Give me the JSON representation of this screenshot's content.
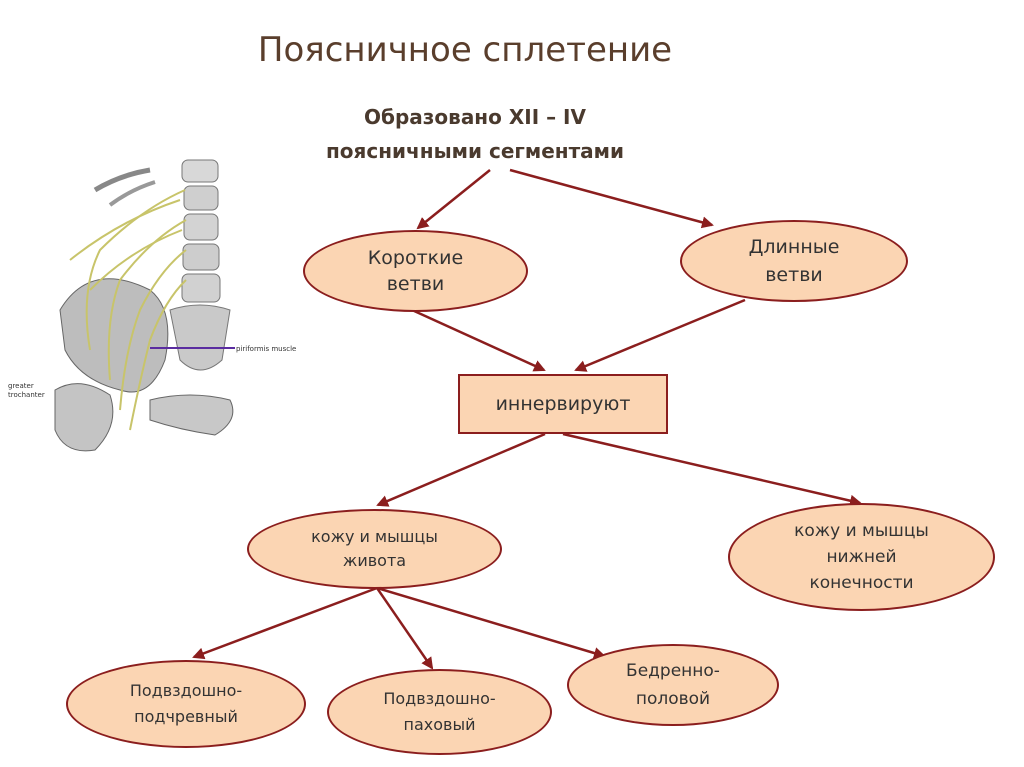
{
  "title": "Поясничное сплетение",
  "subtitle": {
    "line1": "Образовано  XII – IV",
    "line2": "поясничными сегментами"
  },
  "nodes": {
    "short_branches": {
      "line1": "Короткие",
      "line2": "ветви"
    },
    "long_branches": {
      "line1": "Длинные",
      "line2": "ветви"
    },
    "innervate": "иннервируют",
    "abdomen": {
      "line1": "кожу и мышцы",
      "line2": "живота"
    },
    "lower_limb": {
      "line1": "кожу и мышцы",
      "line2": "нижней",
      "line3": "конечности"
    },
    "iliohypogastric": {
      "line1": "Подвздошно-",
      "line2": "подчревный"
    },
    "ilioinguinal": {
      "line1": "Подвздошно-",
      "line2": "паховый"
    },
    "genitofemoral": {
      "line1": "Бедренно-",
      "line2": "половой"
    }
  },
  "illustration": {
    "label_left_1": "greater",
    "label_left_2": "trochanter",
    "label_right": "piriformis muscle"
  },
  "colors": {
    "node_fill": "#fbd5b3",
    "node_border": "#8b1e1e",
    "arrow": "#8b1e1e",
    "title": "#5a3e2c"
  }
}
